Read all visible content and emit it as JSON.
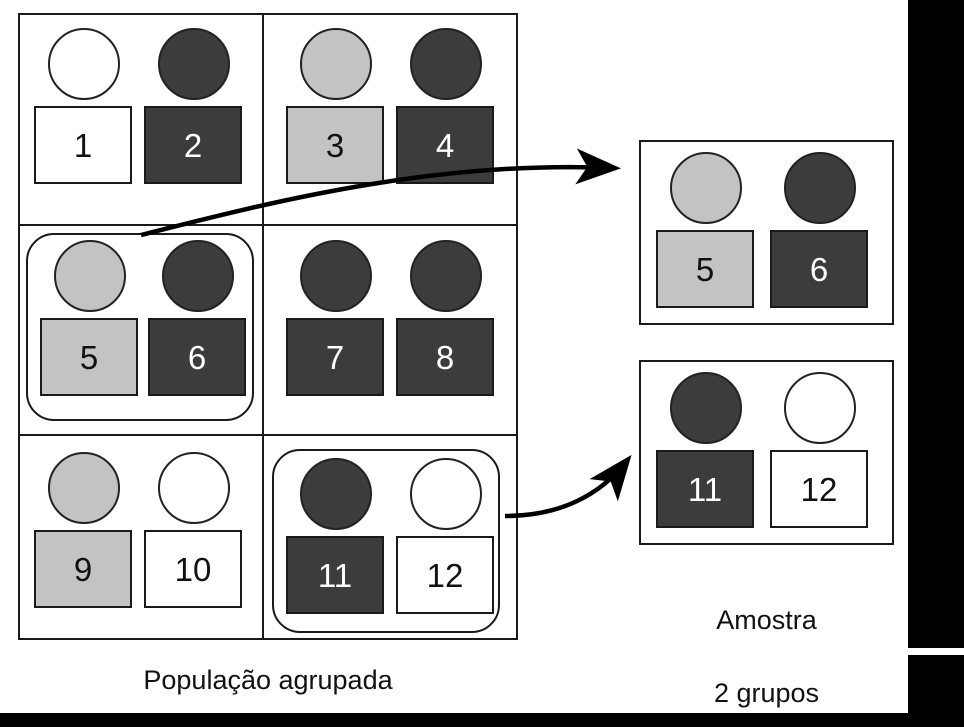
{
  "diagram": {
    "title_population": "População agrupada",
    "title_sample": "Amostra\n2 grupos",
    "colors": {
      "light_gray": "#c3c3c3",
      "dark_gray": "#3c3c3c",
      "white": "#ffffff",
      "outline": "#1a1a1a",
      "frame_black": "#000000"
    }
  },
  "population": {
    "label": "População agrupada",
    "groups": [
      {
        "group_id": "group-1",
        "selected": false,
        "units": [
          {
            "number": "1",
            "shade": "white"
          },
          {
            "number": "2",
            "shade": "dark"
          }
        ]
      },
      {
        "group_id": "group-2",
        "selected": false,
        "units": [
          {
            "number": "3",
            "shade": "light"
          },
          {
            "number": "4",
            "shade": "dark"
          }
        ]
      },
      {
        "group_id": "group-3",
        "selected": true,
        "units": [
          {
            "number": "5",
            "shade": "light"
          },
          {
            "number": "6",
            "shade": "dark"
          }
        ]
      },
      {
        "group_id": "group-4",
        "selected": false,
        "units": [
          {
            "number": "7",
            "shade": "dark"
          },
          {
            "number": "8",
            "shade": "dark"
          }
        ]
      },
      {
        "group_id": "group-5",
        "selected": false,
        "units": [
          {
            "number": "9",
            "shade": "light"
          },
          {
            "number": "10",
            "shade": "white"
          }
        ]
      },
      {
        "group_id": "group-6",
        "selected": true,
        "units": [
          {
            "number": "11",
            "shade": "dark"
          },
          {
            "number": "12",
            "shade": "white"
          }
        ]
      }
    ]
  },
  "sample": {
    "label": "Amostra\n2 grupos",
    "label_line1": "Amostra",
    "label_line2": "2 grupos",
    "boxes": [
      {
        "box_id": "sample-box-1",
        "source_group": "group-3",
        "units": [
          {
            "number": "5",
            "shade": "light"
          },
          {
            "number": "6",
            "shade": "dark"
          }
        ]
      },
      {
        "box_id": "sample-box-2",
        "source_group": "group-6",
        "units": [
          {
            "number": "11",
            "shade": "dark"
          },
          {
            "number": "12",
            "shade": "white"
          }
        ]
      }
    ]
  },
  "arrows": [
    {
      "arrow_id": "arrow-group3-to-sample1",
      "from": "group-3",
      "to": "sample-box-1"
    },
    {
      "arrow_id": "arrow-group6-to-sample2",
      "from": "group-6",
      "to": "sample-box-2"
    }
  ]
}
